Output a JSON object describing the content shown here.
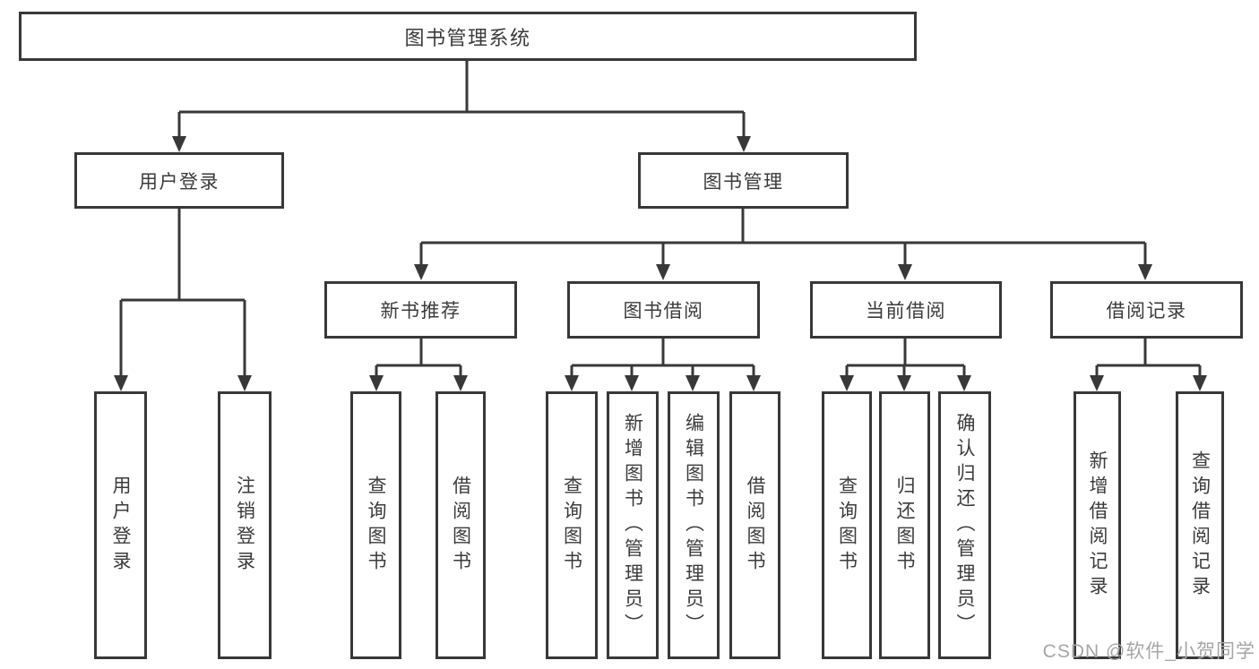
{
  "nodes": {
    "root": {
      "label": "图书管理系统"
    },
    "branches": [
      {
        "label": "用户登录",
        "children": [
          {
            "label": "用户登录"
          },
          {
            "label": "注销登录"
          }
        ]
      },
      {
        "label": "图书管理",
        "children": [
          {
            "label": "新书推荐",
            "children": [
              {
                "label": "查询图书"
              },
              {
                "label": "借阅图书"
              }
            ]
          },
          {
            "label": "图书借阅",
            "children": [
              {
                "label": "查询图书"
              },
              {
                "label": "新增图书（管理员）"
              },
              {
                "label": "编辑图书（管理员）"
              },
              {
                "label": "借阅图书"
              }
            ]
          },
          {
            "label": "当前借阅",
            "children": [
              {
                "label": "查询图书"
              },
              {
                "label": "归还图书"
              },
              {
                "label": "确认归还（管理员）"
              }
            ]
          },
          {
            "label": "借阅记录",
            "children": [
              {
                "label": "新增借阅记录"
              },
              {
                "label": "查询借阅记录"
              }
            ]
          }
        ]
      }
    ]
  },
  "watermark": {
    "text": "CSDN @软件_小贺同学"
  },
  "colors": {
    "line": "#383838",
    "text": "#3b3b3b",
    "watermark": "#a6a6a6",
    "background": "#ffffff",
    "box_fill": "#ffffff"
  }
}
